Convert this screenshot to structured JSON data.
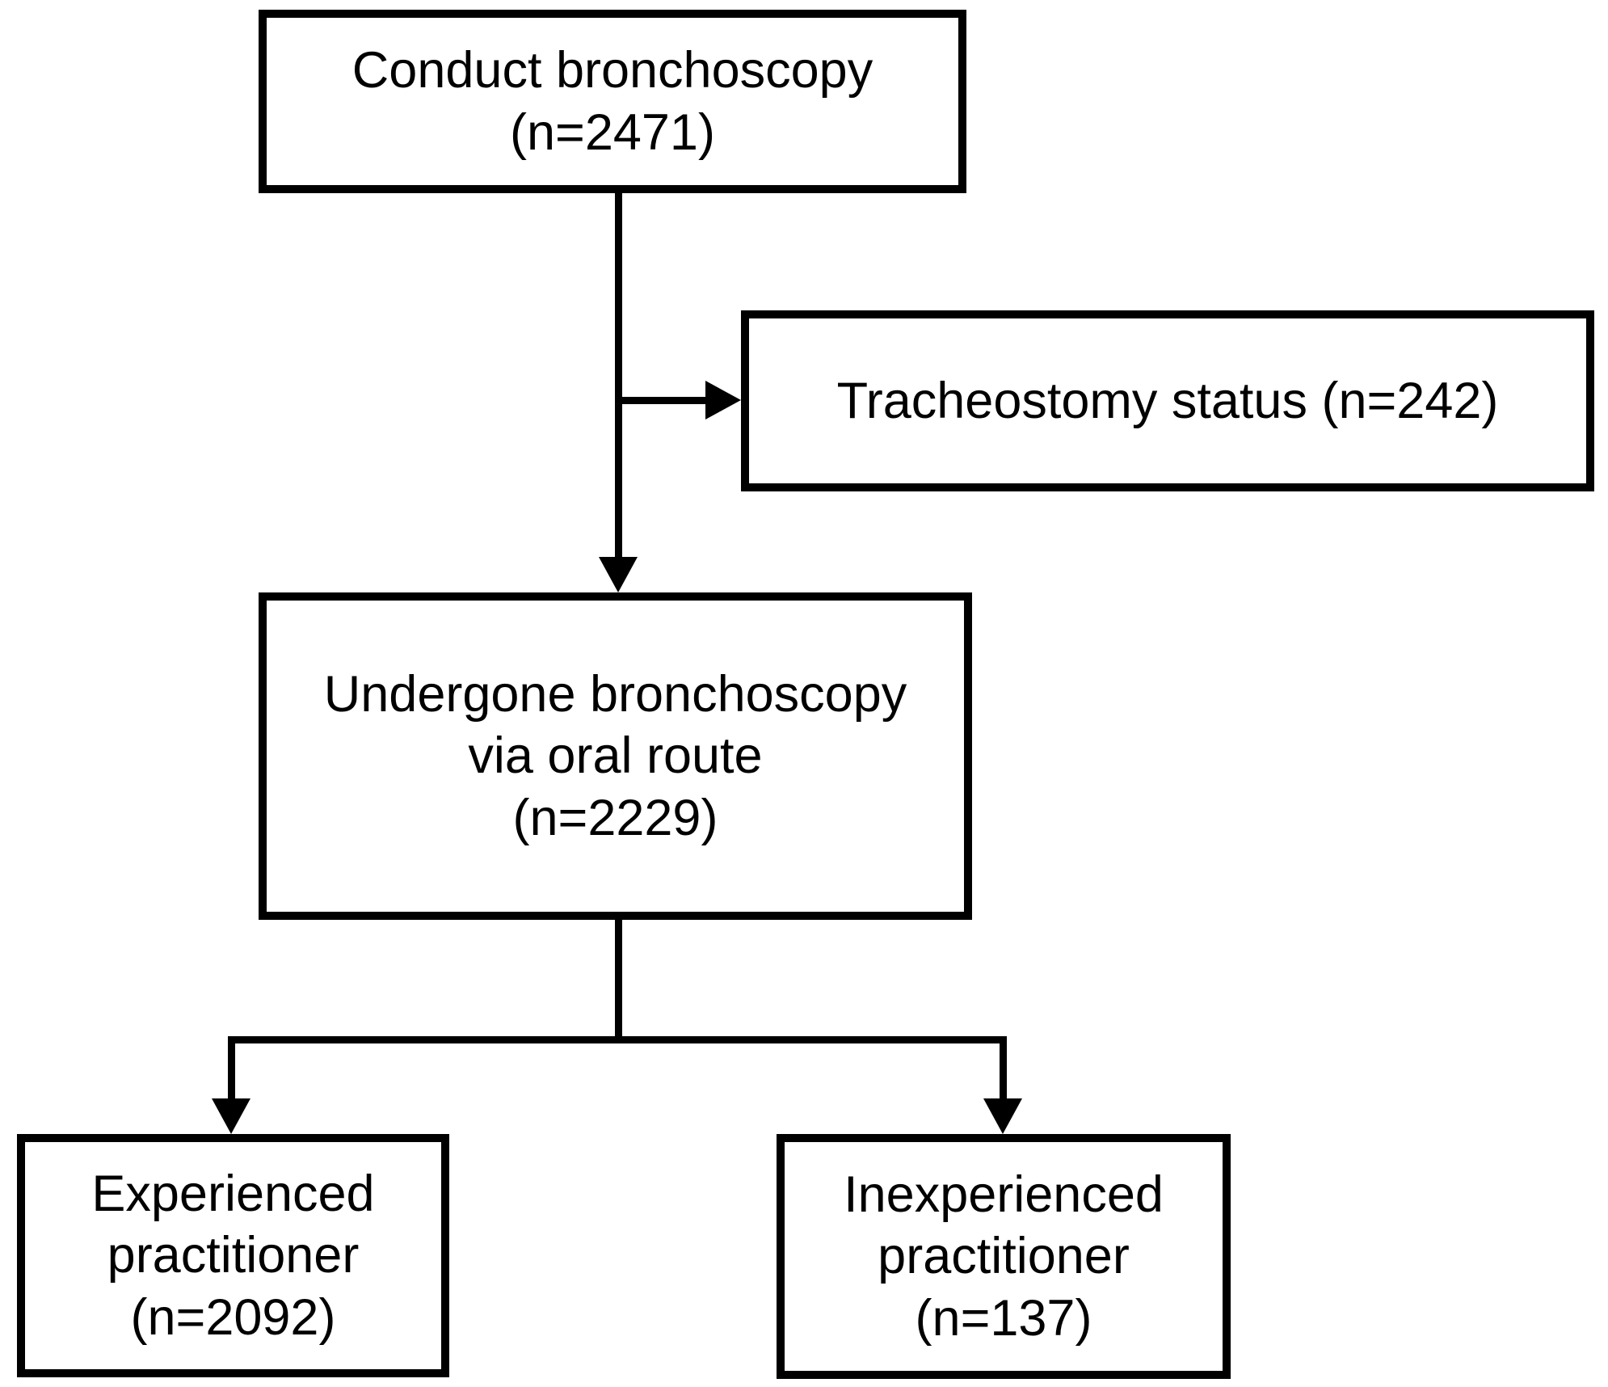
{
  "figure": {
    "type": "study-flow-diagram",
    "colors": {
      "border": "#000000",
      "text": "#000000",
      "background": "#ffffff"
    },
    "nodes": {
      "conduct_bronchoscopy": {
        "label": "Conduct bronchoscopy\n(n=2471)",
        "n": 2471
      },
      "tracheostomy_status": {
        "label": "Tracheostomy status (n=242)",
        "n": 242
      },
      "oral_route": {
        "label": "Undergone bronchoscopy\nvia oral route\n(n=2229)",
        "n": 2229
      },
      "experienced_practitioner": {
        "label": "Experienced\npractitioner\n(n=2092)",
        "n": 2092
      },
      "inexperienced_practitioner": {
        "label": "Inexperienced\npractitioner\n(n=137)",
        "n": 137
      }
    }
  }
}
